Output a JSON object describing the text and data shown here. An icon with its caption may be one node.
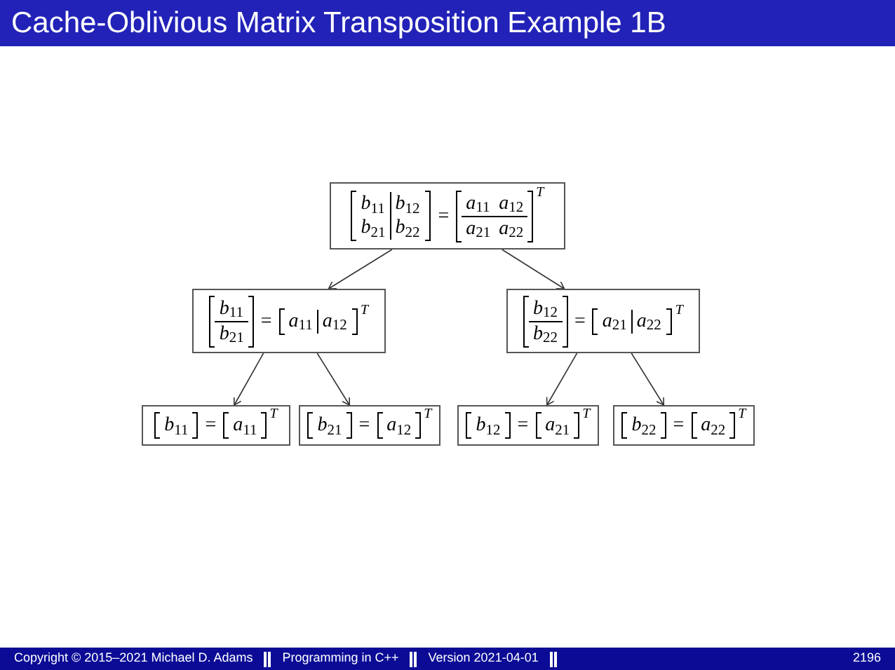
{
  "diagram": {
    "title": "Cache-Oblivious Matrix Transposition Example 1B",
    "nodes": [
      {
        "text": [
          "*b*$_{11}$",
          "*b*$_{12}$",
          "*b*$_{21}$",
          "*b*$_{22}$",
          "=",
          "*a*$_{11}$",
          "*a*$_{12}$",
          "*a*$_{21}$",
          "*a*$_{22}$",
          "T"
        ]
      },
      {
        "text": [
          "*b*$_{11}$",
          "*b*$_{21}$",
          "=",
          "*a*$_{11}$",
          "*a*$_{12}$",
          "T"
        ]
      },
      {
        "text": [
          "*b*$_{12}$",
          "*b*$_{22}$",
          "=",
          "*a*$_{21}$",
          "*a*$_{22}$",
          "T"
        ]
      },
      {
        "text": [
          "*b*$_{11}$",
          "=",
          "*a*$_{11}$",
          "T"
        ]
      },
      {
        "text": [
          "*b*$_{21}$",
          "=",
          "*a*$_{12}$",
          "T"
        ]
      },
      {
        "text": [
          "*b*$_{12}$",
          "=",
          "*a*$_{21}$",
          "T"
        ]
      },
      {
        "text": [
          "*b*$_{22}$",
          "=",
          "*a*$_{22}$",
          "T"
        ]
      }
    ],
    "edges": [
      {
        "from": 0,
        "to": 1,
        "arrow": "to"
      },
      {
        "from": 0,
        "to": 2,
        "arrow": "to"
      },
      {
        "from": 1,
        "to": 3,
        "arrow": "to"
      },
      {
        "from": 1,
        "to": 4,
        "arrow": "to"
      },
      {
        "from": 2,
        "to": 5,
        "arrow": "to"
      },
      {
        "from": 2,
        "to": 6,
        "arrow": "to"
      }
    ],
    "labels": [
      "Copyright © 2015–2021 Michael D. Adams",
      "Programming in C++",
      "Version 2021-04-01",
      "2196"
    ]
  }
}
